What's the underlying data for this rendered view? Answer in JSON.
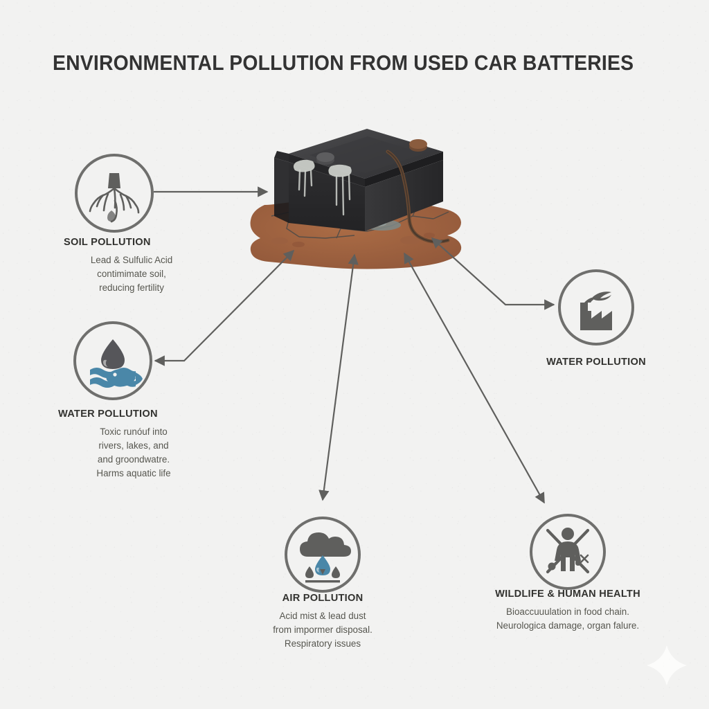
{
  "page": {
    "title": "ENVIRONMENTAL POLLUTION FROM USED CAR BATTERIES",
    "background_color": "#f2f2f1",
    "title_color": "#333333",
    "line_color": "#6f6f6d",
    "accent_blue": "#4a87a8",
    "soil_brown": "#a0633e",
    "battery_dark": "#2f2f31"
  },
  "center": {
    "subject": "used-car-battery-leaking-on-cracked-soil",
    "alt": "Dark lead-acid car battery with corroded terminals leaking onto cracked brown soil"
  },
  "nodes": [
    {
      "id": "soil",
      "icon": "tree-roots-icon",
      "title": "SOIL POLLUTION",
      "desc": "Lead & Sulfulic Acid\ncontimimate soil,\nreducing fertility",
      "align": "left"
    },
    {
      "id": "water-left",
      "icon": "water-drop-fish-icon",
      "title": "WATER POLLUTION",
      "desc": "Toxic runóuf into\nrivers, lakes, and\nand groondwatre.\nHarms aquatic life",
      "align": "left"
    },
    {
      "id": "water-right",
      "icon": "factory-smoke-icon",
      "title": "WATER POLLUTION",
      "desc": "",
      "align": "center"
    },
    {
      "id": "air",
      "icon": "rain-cloud-icon",
      "title": "AIR POLLUTION",
      "desc": "Acid mist & lead dust\nfrom impormer disposal.\nRespiratory issues",
      "align": "center"
    },
    {
      "id": "wildlife",
      "icon": "crossed-out-person-icon",
      "title": "WILDLIFE & HUMAN HEALTH",
      "desc": "Bioaccuuulation in food chain.\nNeurologica damage, organ falure.",
      "align": "center"
    }
  ],
  "connectors": [
    {
      "id": "soil-to-battery",
      "from": "soil",
      "to": "center",
      "style": "straight",
      "heads": "end"
    },
    {
      "id": "battery-to-water",
      "from": "center",
      "to": "water-left",
      "style": "elbow",
      "heads": "both"
    },
    {
      "id": "battery-to-factory",
      "from": "center",
      "to": "water-right",
      "style": "elbow",
      "heads": "both"
    },
    {
      "id": "battery-to-air",
      "from": "center",
      "to": "air",
      "style": "straight",
      "heads": "both"
    },
    {
      "id": "battery-to-wildlife",
      "from": "center",
      "to": "wildlife",
      "style": "straight",
      "heads": "both"
    }
  ],
  "watermark": {
    "name": "sparkle"
  }
}
